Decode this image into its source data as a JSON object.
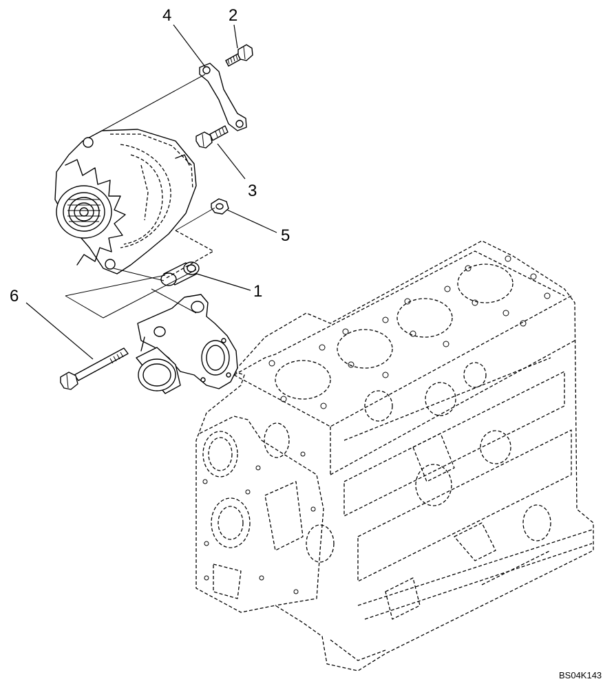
{
  "callouts": [
    {
      "id": "1",
      "label": "1"
    },
    {
      "id": "2",
      "label": "2"
    },
    {
      "id": "3",
      "label": "3"
    },
    {
      "id": "4",
      "label": "4"
    },
    {
      "id": "5",
      "label": "5"
    },
    {
      "id": "6",
      "label": "6"
    }
  ],
  "figure_code": "BS04K143"
}
